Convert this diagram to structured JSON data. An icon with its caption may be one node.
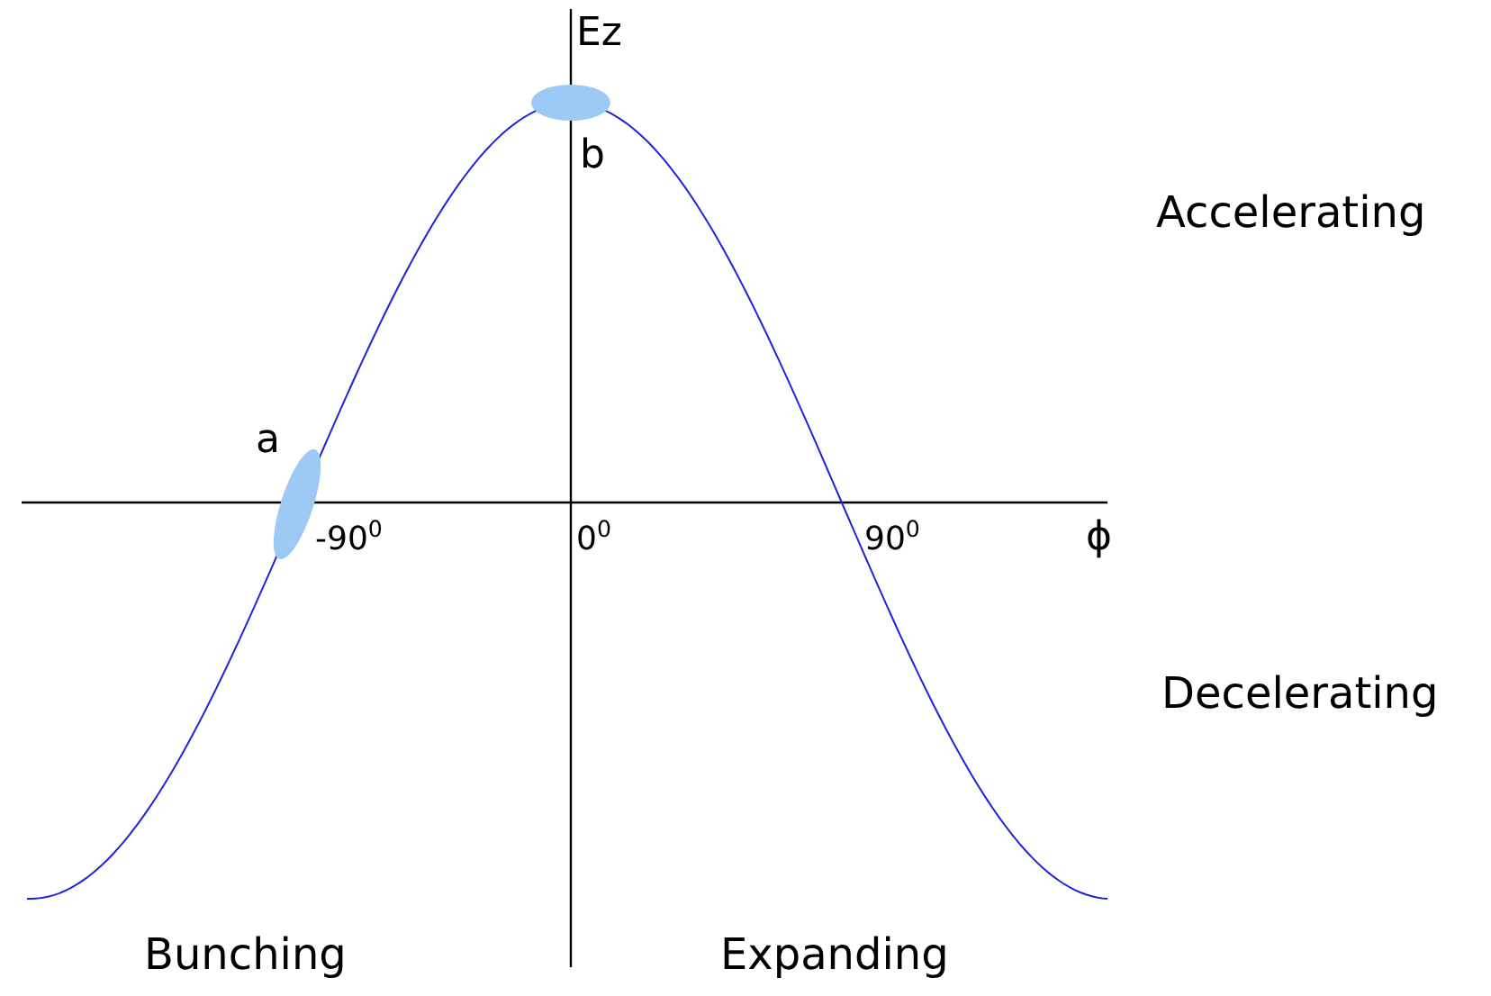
{
  "diagram": {
    "labels": [
      "Ez",
      "b",
      "Accelerating",
      "a",
      "-90$^{0}$",
      "0$^{0}$",
      "90$^{0}$",
      "ϕ",
      "Decelerating",
      "Bunching",
      "Expanding"
    ]
  }
}
